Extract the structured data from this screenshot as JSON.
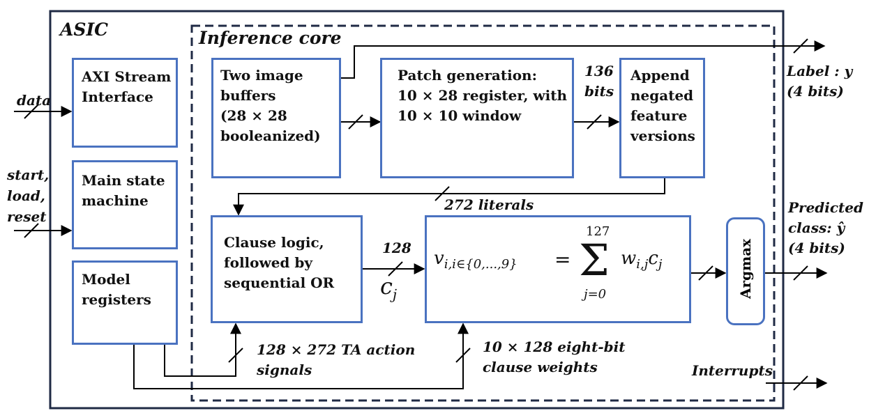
{
  "asic": {
    "title": "ASIC"
  },
  "core": {
    "title": "Inference core"
  },
  "left_blocks": {
    "axi": "AXI Stream\nInterface",
    "fsm": "Main state\nmachine",
    "model": "Model\nregisters"
  },
  "core_blocks": {
    "buffers": "Two image\nbuffers\n(28 × 28\nbooleanized)",
    "patch": "Patch generation:\n10 × 28 register, with\n10 × 10 window",
    "append": "Append\nnegated\nfeature\nversions",
    "clause": "Clause logic,\nfollowed by\nsequential OR",
    "argmax": "Argmax"
  },
  "sum_formula": {
    "lhs": "v",
    "lhs_sub": "i,i∈{0,...,9}",
    "eq": "=",
    "upper": "127",
    "sigma": "Σ",
    "lower": "j=0",
    "w": "w",
    "w_sub": "i,j",
    "c": "c",
    "c_sub": "j"
  },
  "signals": {
    "data": "data",
    "controls": "start,\nload,\nreset",
    "label": "Label : y\n(4 bits)",
    "predicted": "Predicted\nclass: ŷ\n(4 bits)",
    "interrupts": "Interrupts",
    "bits136": "136\nbits",
    "literals": "272 literals",
    "clauses128": "128",
    "cj": "c",
    "cj_sub": "j",
    "ta_signals": "128 × 272 TA action\nsignals",
    "weights": "10 × 128 eight-bit\nclause weights"
  }
}
